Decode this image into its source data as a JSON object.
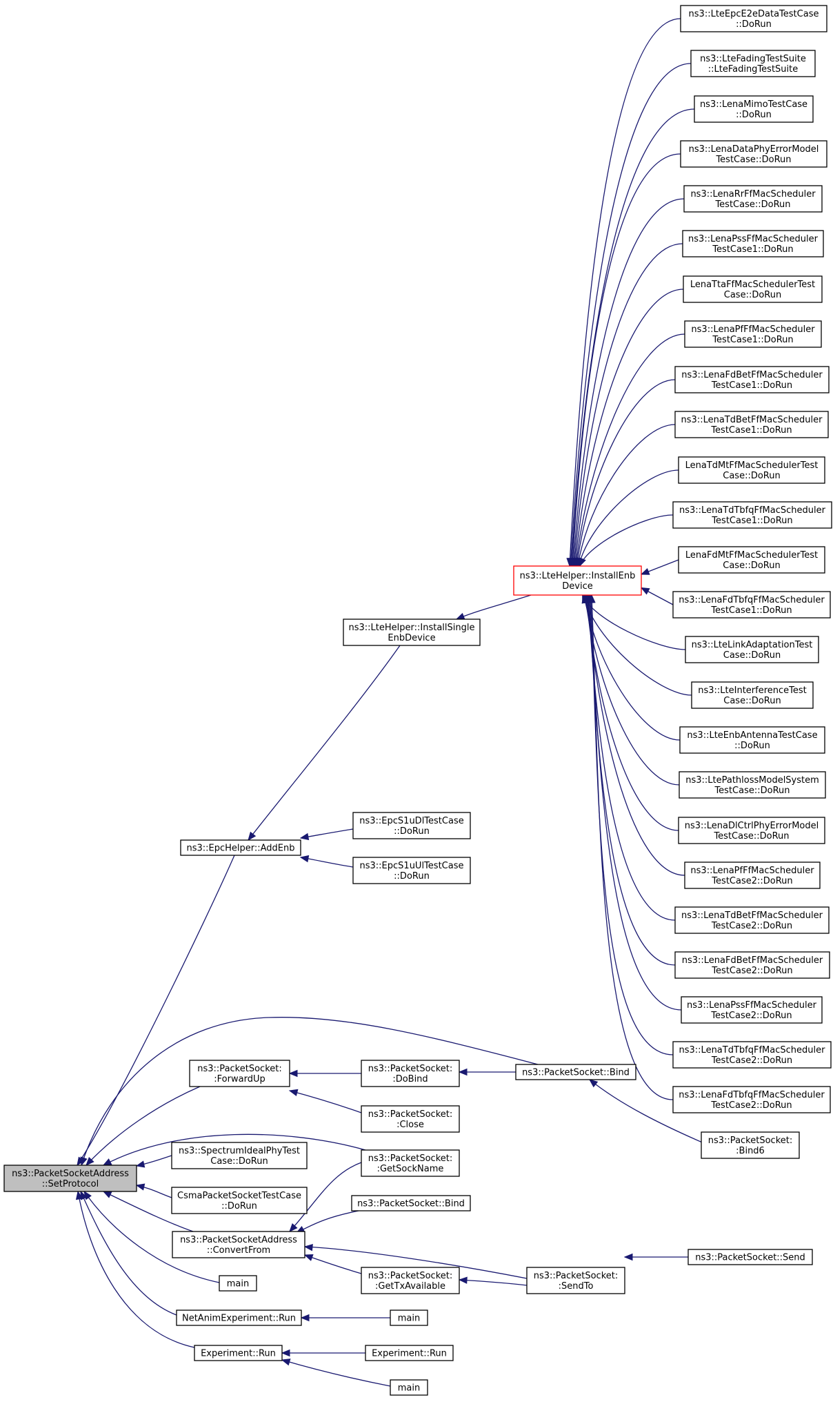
{
  "colors": {
    "edge": "#191970",
    "root_fill": "#bfbfbf",
    "highlight_border": "#ff0000"
  },
  "nodes": [
    {
      "id": "set-protocol",
      "lines": [
        "ns3::PacketSocketAddress",
        "::SetProtocol"
      ],
      "root": true
    },
    {
      "id": "epc-add-enb",
      "lines": [
        "ns3::EpcHelper::AddEnb"
      ]
    },
    {
      "id": "install-single-enb",
      "lines": [
        "ns3::LteHelper::InstallSingle",
        "EnbDevice"
      ]
    },
    {
      "id": "install-enb",
      "lines": [
        "ns3::LteHelper::InstallEnb",
        "Device"
      ],
      "highlight": true
    },
    {
      "id": "epc-s1u-dl",
      "lines": [
        "ns3::EpcS1uDlTestCase",
        "::DoRun"
      ]
    },
    {
      "id": "epc-s1u-ul",
      "lines": [
        "ns3::EpcS1uUlTestCase",
        "::DoRun"
      ]
    },
    {
      "id": "t-e2e",
      "lines": [
        "ns3::LteEpcE2eDataTestCase",
        "::DoRun"
      ]
    },
    {
      "id": "t-fading",
      "lines": [
        "ns3::LteFadingTestSuite",
        "::LteFadingTestSuite"
      ]
    },
    {
      "id": "t-mimo",
      "lines": [
        "ns3::LenaMimoTestCase",
        "::DoRun"
      ]
    },
    {
      "id": "t-dataphy",
      "lines": [
        "ns3::LenaDataPhyErrorModel",
        "TestCase::DoRun"
      ]
    },
    {
      "id": "t-rr",
      "lines": [
        "ns3::LenaRrFfMacScheduler",
        "TestCase::DoRun"
      ]
    },
    {
      "id": "t-pss1",
      "lines": [
        "ns3::LenaPssFfMacScheduler",
        "TestCase1::DoRun"
      ]
    },
    {
      "id": "t-tta",
      "lines": [
        "LenaTtaFfMacSchedulerTest",
        "Case::DoRun"
      ]
    },
    {
      "id": "t-pf1",
      "lines": [
        "ns3::LenaPfFfMacScheduler",
        "TestCase1::DoRun"
      ]
    },
    {
      "id": "t-fdbet1",
      "lines": [
        "ns3::LenaFdBetFfMacScheduler",
        "TestCase1::DoRun"
      ]
    },
    {
      "id": "t-tdbet1",
      "lines": [
        "ns3::LenaTdBetFfMacScheduler",
        "TestCase1::DoRun"
      ]
    },
    {
      "id": "t-tdmt",
      "lines": [
        "LenaTdMtFfMacSchedulerTest",
        "Case::DoRun"
      ]
    },
    {
      "id": "t-tdtbfq1",
      "lines": [
        "ns3::LenaTdTbfqFfMacScheduler",
        "TestCase1::DoRun"
      ]
    },
    {
      "id": "t-fdmt",
      "lines": [
        "LenaFdMtFfMacSchedulerTest",
        "Case::DoRun"
      ]
    },
    {
      "id": "t-fdtbfq1",
      "lines": [
        "ns3::LenaFdTbfqFfMacScheduler",
        "TestCase1::DoRun"
      ]
    },
    {
      "id": "t-linkadapt",
      "lines": [
        "ns3::LteLinkAdaptationTest",
        "Case::DoRun"
      ]
    },
    {
      "id": "t-interf",
      "lines": [
        "ns3::LteInterferenceTest",
        "Case::DoRun"
      ]
    },
    {
      "id": "t-antenna",
      "lines": [
        "ns3::LteEnbAntennaTestCase",
        "::DoRun"
      ]
    },
    {
      "id": "t-pathloss",
      "lines": [
        "ns3::LtePathlossModelSystem",
        "TestCase::DoRun"
      ]
    },
    {
      "id": "t-dlctrl",
      "lines": [
        "ns3::LenaDlCtrlPhyErrorModel",
        "TestCase::DoRun"
      ]
    },
    {
      "id": "t-pf2",
      "lines": [
        "ns3::LenaPfFfMacScheduler",
        "TestCase2::DoRun"
      ]
    },
    {
      "id": "t-tdbet2",
      "lines": [
        "ns3::LenaTdBetFfMacScheduler",
        "TestCase2::DoRun"
      ]
    },
    {
      "id": "t-fdbet2",
      "lines": [
        "ns3::LenaFdBetFfMacScheduler",
        "TestCase2::DoRun"
      ]
    },
    {
      "id": "t-pss2",
      "lines": [
        "ns3::LenaPssFfMacScheduler",
        "TestCase2::DoRun"
      ]
    },
    {
      "id": "t-tdtbfq2",
      "lines": [
        "ns3::LenaTdTbfqFfMacScheduler",
        "TestCase2::DoRun"
      ]
    },
    {
      "id": "t-fdtbfq2",
      "lines": [
        "ns3::LenaFdTbfqFfMacScheduler",
        "TestCase2::DoRun"
      ]
    },
    {
      "id": "ps-forwardup",
      "lines": [
        "ns3::PacketSocket:",
        ":ForwardUp"
      ]
    },
    {
      "id": "ps-dobind",
      "lines": [
        "ns3::PacketSocket:",
        ":DoBind"
      ]
    },
    {
      "id": "ps-bind",
      "lines": [
        "ns3::PacketSocket::Bind"
      ]
    },
    {
      "id": "ps-close",
      "lines": [
        "ns3::PacketSocket:",
        ":Close"
      ]
    },
    {
      "id": "ps-bind6",
      "lines": [
        "ns3::PacketSocket:",
        ":Bind6"
      ]
    },
    {
      "id": "spectrum-ideal",
      "lines": [
        "ns3::SpectrumIdealPhyTest",
        "Case::DoRun"
      ]
    },
    {
      "id": "ps-getsockname",
      "lines": [
        "ns3::PacketSocket:",
        ":GetSockName"
      ]
    },
    {
      "id": "csma-ps-test",
      "lines": [
        "CsmaPacketSocketTestCase",
        "::DoRun"
      ]
    },
    {
      "id": "psa-convertfrom",
      "lines": [
        "ns3::PacketSocketAddress",
        "::ConvertFrom"
      ]
    },
    {
      "id": "ps-bind-b",
      "lines": [
        "ns3::PacketSocket::Bind"
      ]
    },
    {
      "id": "ps-sendto",
      "lines": [
        "ns3::PacketSocket:",
        ":SendTo"
      ]
    },
    {
      "id": "ps-send",
      "lines": [
        "ns3::PacketSocket::Send"
      ]
    },
    {
      "id": "ps-gettxavail",
      "lines": [
        "ns3::PacketSocket:",
        ":GetTxAvailable"
      ]
    },
    {
      "id": "main-1",
      "lines": [
        "main"
      ]
    },
    {
      "id": "netanim-run",
      "lines": [
        "NetAnimExperiment::Run"
      ]
    },
    {
      "id": "main-2",
      "lines": [
        "main"
      ]
    },
    {
      "id": "experiment-run",
      "lines": [
        "Experiment::Run"
      ]
    },
    {
      "id": "experiment-run-2",
      "lines": [
        "Experiment::Run"
      ]
    },
    {
      "id": "main-3",
      "lines": [
        "main"
      ]
    }
  ]
}
